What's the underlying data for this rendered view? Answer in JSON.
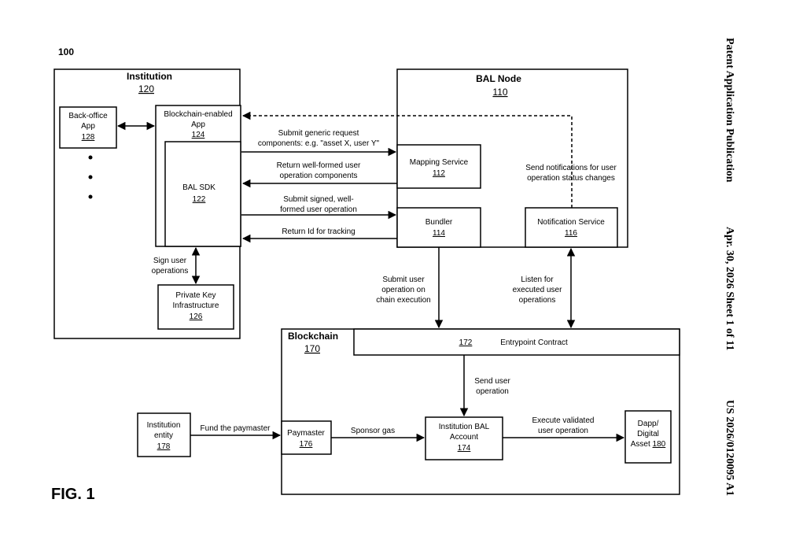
{
  "figure": {
    "number": "100",
    "caption": "FIG. 1"
  },
  "sidebar": {
    "publication": "Patent Application Publication",
    "date_sheet": "Apr. 30, 2026  Sheet 1 of 11",
    "doc_number": "US 2026/0120095 A1"
  },
  "institution": {
    "title": "Institution",
    "ref": "120"
  },
  "back_office": {
    "line1": "Back-office",
    "line2": "App",
    "ref": "128"
  },
  "blockchain_app": {
    "line1": "Blockchain-enabled",
    "line2": "App",
    "ref": "124"
  },
  "bal_sdk": {
    "label": "BAL SDK",
    "ref": "122"
  },
  "pki": {
    "line1": "Private Key",
    "line2": "Infrastructure",
    "ref": "126"
  },
  "bal_node": {
    "title": "BAL Node",
    "ref": "110"
  },
  "mapping_service": {
    "label": "Mapping Service",
    "ref": "112"
  },
  "bundler": {
    "label": "Bundler",
    "ref": "114"
  },
  "notification_service": {
    "label": "Notification Service",
    "ref": "116"
  },
  "blockchain": {
    "title": "Blockchain",
    "ref": "170"
  },
  "entrypoint": {
    "ref": "172",
    "label": "Entrypoint Contract"
  },
  "bal_account": {
    "line1": "Institution BAL",
    "line2": "Account",
    "ref": "174"
  },
  "paymaster": {
    "label": "Paymaster",
    "ref": "176"
  },
  "institution_entity": {
    "line1": "Institution",
    "line2": "entity",
    "ref": "178"
  },
  "dapp": {
    "line1": "Dapp/",
    "line2": "Digital",
    "line3": "Asset",
    "ref": "180"
  },
  "edges": {
    "submit_generic": {
      "line1": "Submit generic request",
      "line2": "components: e.g. \"asset X, user Y\""
    },
    "return_wellformed": {
      "line1": "Return well-formed user",
      "line2": "operation components"
    },
    "submit_signed": {
      "line1": "Submit signed, well-",
      "line2": "formed user operation"
    },
    "return_id": {
      "line1": "Return Id for tracking"
    },
    "send_notifications": {
      "line1": "Send notifications for user",
      "line2": "operation status changes"
    },
    "sign_user_ops": {
      "line1": "Sign user",
      "line2": "operations"
    },
    "submit_onchain": {
      "line1": "Submit user",
      "line2": "operation on",
      "line3": "chain execution"
    },
    "listen_executed": {
      "line1": "Listen for",
      "line2": "executed user",
      "line3": "operations"
    },
    "send_user_op": {
      "line1": "Send user",
      "line2": "operation"
    },
    "fund_paymaster": {
      "line1": "Fund the paymaster"
    },
    "sponsor_gas": {
      "line1": "Sponsor gas"
    },
    "execute_validated": {
      "line1": "Execute validated",
      "line2": "user operation"
    }
  }
}
